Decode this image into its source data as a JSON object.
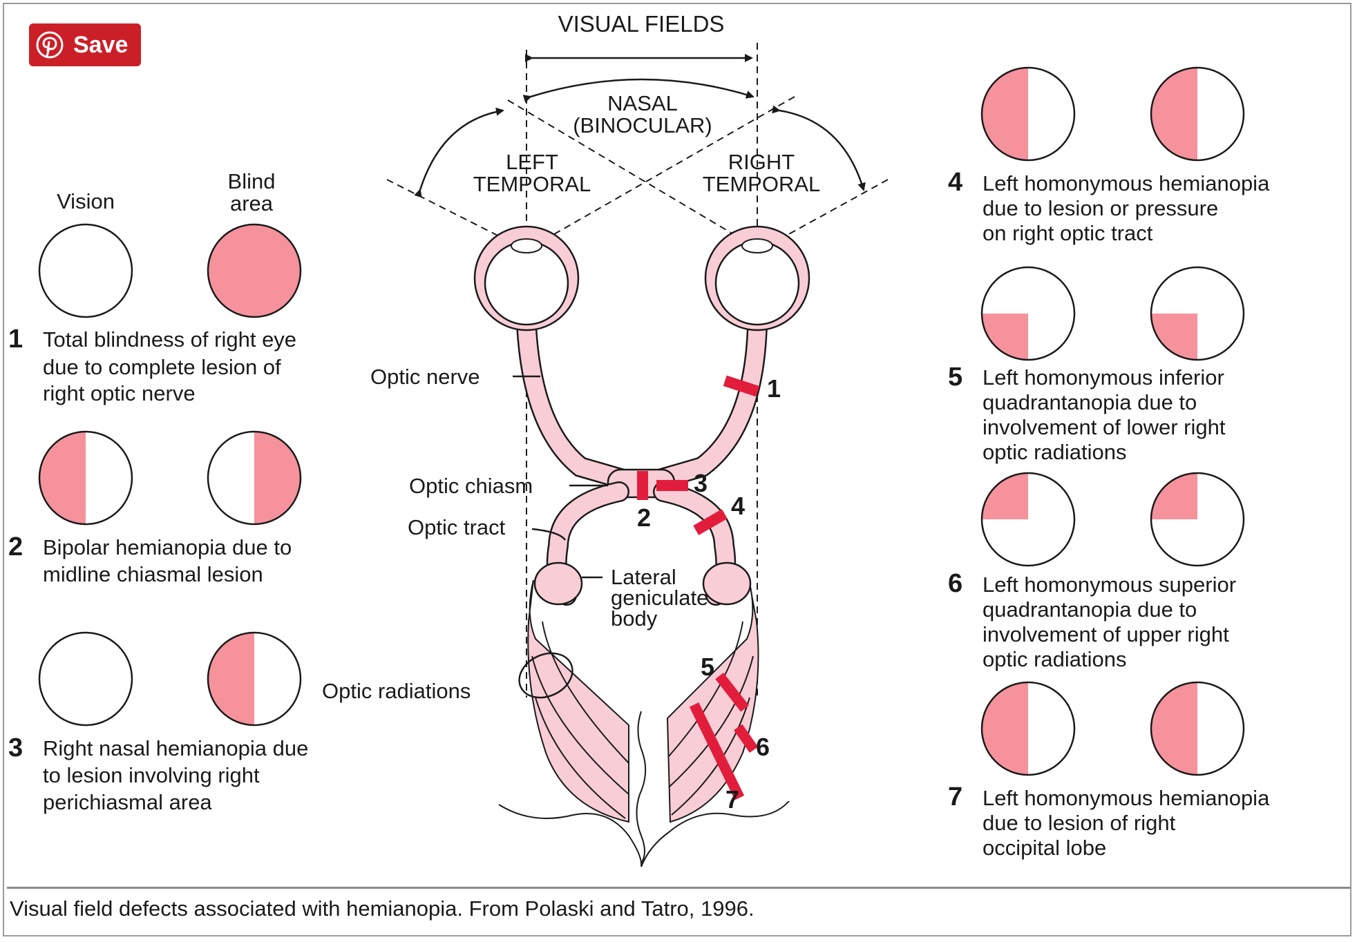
{
  "save_button": {
    "label": "Save",
    "icon": "pinterest-icon",
    "color": "#cb1f27"
  },
  "colors": {
    "blind_fill": "#f5929c",
    "tissue_fill": "#f9cdd6",
    "lesion": "#e21d3c"
  },
  "diagram": {
    "title": "VISUAL FIELDS",
    "nasal_line1": "NASAL",
    "nasal_line2": "(BINOCULAR)",
    "left_temporal_line1": "LEFT",
    "left_temporal_line2": "TEMPORAL",
    "right_temporal_line1": "RIGHT",
    "right_temporal_line2": "TEMPORAL",
    "column_vision": "Vision",
    "column_blind_line1": "Blind",
    "column_blind_line2": "area",
    "labels": {
      "optic_nerve": "Optic nerve",
      "optic_chiasm": "Optic chiasm",
      "optic_tract": "Optic tract",
      "lateral_line1": "Lateral",
      "lateral_line2": "geniculate",
      "lateral_line3": "body",
      "optic_radiations": "Optic radiations"
    },
    "lesion_markers": [
      "1",
      "2",
      "3",
      "4",
      "5",
      "6",
      "7"
    ],
    "cases": [
      {
        "number": "1",
        "lines": [
          "Total blindness of right eye",
          "due to complete lesion of",
          "right optic nerve"
        ]
      },
      {
        "number": "2",
        "lines": [
          "Bipolar hemianopia due to",
          "midline chiasmal lesion"
        ]
      },
      {
        "number": "3",
        "lines": [
          "Right nasal hemianopia due",
          "to lesion involving right",
          "perichiasmal area"
        ]
      },
      {
        "number": "4",
        "lines": [
          "Left homonymous hemianopia",
          "due to lesion or pressure",
          "on right optic tract"
        ]
      },
      {
        "number": "5",
        "lines": [
          "Left homonymous inferior",
          "quadrantanopia due to",
          "involvement of lower right",
          "optic radiations"
        ]
      },
      {
        "number": "6",
        "lines": [
          "Left homonymous superior",
          "quadrantanopia due to",
          "involvement of upper right",
          "optic radiations"
        ]
      },
      {
        "number": "7",
        "lines": [
          "Left homonymous hemianopia",
          "due to lesion of right",
          "occipital lobe"
        ]
      }
    ]
  },
  "caption": "Visual field defects associated with hemianopia. From Polaski and Tatro, 1996."
}
